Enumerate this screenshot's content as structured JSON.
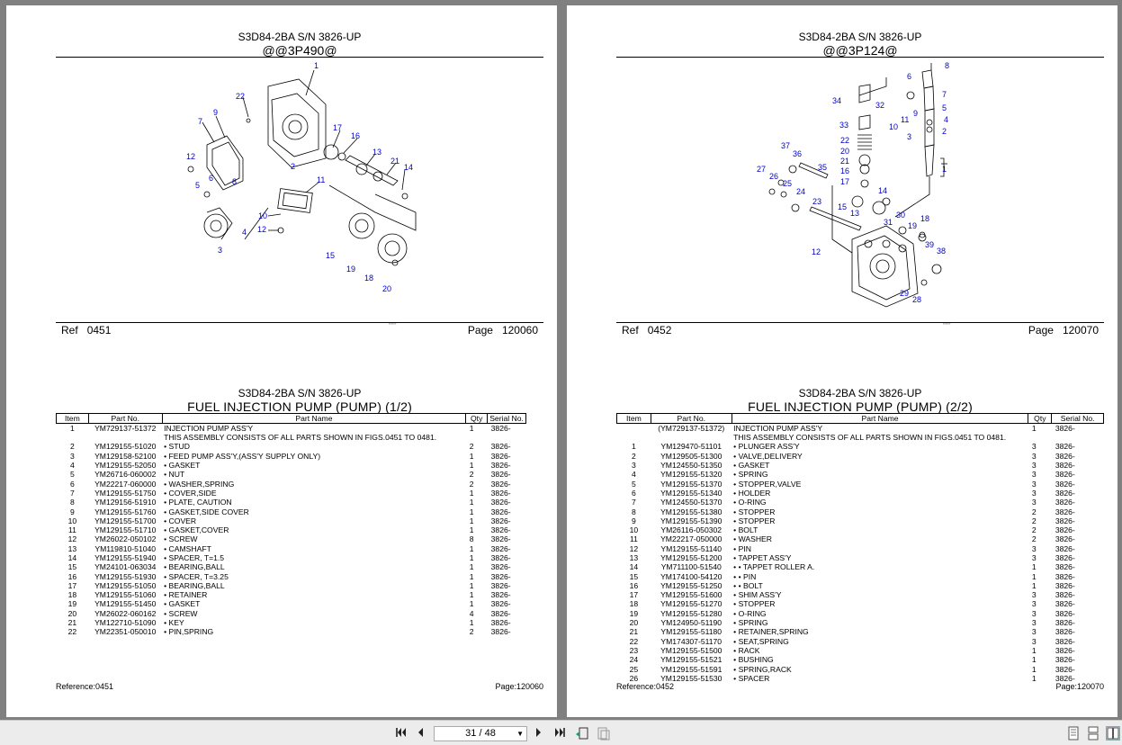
{
  "left": {
    "model": "S3D84-2BA S/N 3826-UP",
    "code": "@@3P490@",
    "ref_label": "Ref",
    "ref_value": "0451",
    "page_label": "Page",
    "page_value": "120060",
    "model2": "S3D84-2BA S/N 3826-UP",
    "title": "FUEL INJECTION PUMP (PUMP) (1/2)",
    "footer_ref": "Reference:0451",
    "footer_page": "Page:120060",
    "headers": [
      "Item",
      "Part No.",
      "Part Name",
      "Qty",
      "Serial No."
    ],
    "rows": [
      [
        "1",
        "YM729137-51372",
        "INJECTION PUMP ASS'Y",
        "1",
        "3826-"
      ],
      [
        "",
        "",
        "THIS ASSEMBLY CONSISTS OF ALL PARTS SHOWN IN FIGS.0451 TO 0481.",
        "",
        ""
      ],
      [
        "2",
        "YM129155-51020",
        "• STUD",
        "2",
        "3826-"
      ],
      [
        "3",
        "YM129158-52100",
        "• FEED PUMP ASS'Y,(ASS'Y SUPPLY ONLY)",
        "1",
        "3826-"
      ],
      [
        "4",
        "YM129155-52050",
        "• GASKET",
        "1",
        "3826-"
      ],
      [
        "5",
        "YM26716-060002",
        "• NUT",
        "2",
        "3826-"
      ],
      [
        "6",
        "YM22217-060000",
        "• WASHER,SPRING",
        "2",
        "3826-"
      ],
      [
        "7",
        "YM129155-51750",
        "• COVER,SIDE",
        "1",
        "3826-"
      ],
      [
        "8",
        "YM129156-51910",
        "• PLATE, CAUTION",
        "1",
        "3826-"
      ],
      [
        "9",
        "YM129155-51760",
        "• GASKET,SIDE COVER",
        "1",
        "3826-"
      ],
      [
        "10",
        "YM129155-51700",
        "• COVER",
        "1",
        "3826-"
      ],
      [
        "11",
        "YM129155-51710",
        "• GASKET,COVER",
        "1",
        "3826-"
      ],
      [
        "12",
        "YM26022-050102",
        "• SCREW",
        "8",
        "3826-"
      ],
      [
        "13",
        "YM119810-51040",
        "• CAMSHAFT",
        "1",
        "3826-"
      ],
      [
        "14",
        "YM129155-51940",
        "• SPACER, T=1.5",
        "1",
        "3826-"
      ],
      [
        "15",
        "YM24101-063034",
        "• BEARING,BALL",
        "1",
        "3826-"
      ],
      [
        "16",
        "YM129155-51930",
        "• SPACER, T=3.25",
        "1",
        "3826-"
      ],
      [
        "17",
        "YM129155-51050",
        "• BEARING,BALL",
        "1",
        "3826-"
      ],
      [
        "18",
        "YM129155-51060",
        "• RETAINER",
        "1",
        "3826-"
      ],
      [
        "19",
        "YM129155-51450",
        "• GASKET",
        "1",
        "3826-"
      ],
      [
        "20",
        "YM26022-060162",
        "• SCREW",
        "4",
        "3826-"
      ],
      [
        "21",
        "YM122710-51090",
        "• KEY",
        "1",
        "3826-"
      ],
      [
        "22",
        "YM22351-050010",
        "• PIN,SPRING",
        "2",
        "3826-"
      ]
    ]
  },
  "right": {
    "model": "S3D84-2BA S/N 3826-UP",
    "code": "@@3P124@",
    "ref_label": "Ref",
    "ref_value": "0452",
    "page_label": "Page",
    "page_value": "120070",
    "model2": "S3D84-2BA S/N 3826-UP",
    "title": "FUEL INJECTION PUMP (PUMP) (2/2)",
    "footer_ref": "Reference:0452",
    "footer_page": "Page:120070",
    "headers": [
      "Item",
      "Part No.",
      "Part Name",
      "Qty",
      "Serial No."
    ],
    "rows": [
      [
        "",
        "(YM729137-51372)",
        "INJECTION PUMP ASS'Y",
        "1",
        "3826-"
      ],
      [
        "",
        "",
        "THIS ASSEMBLY CONSISTS OF ALL PARTS SHOWN IN FIGS.0451 TO 0481.",
        "",
        ""
      ],
      [
        "1",
        "YM129470-51101",
        "• PLUNGER ASS'Y",
        "3",
        "3826-"
      ],
      [
        "2",
        "YM129505-51300",
        "• VALVE,DELIVERY",
        "3",
        "3826-"
      ],
      [
        "3",
        "YM124550-51350",
        "• GASKET",
        "3",
        "3826-"
      ],
      [
        "4",
        "YM129155-51320",
        "• SPRING",
        "3",
        "3826-"
      ],
      [
        "5",
        "YM129155-51370",
        "• STOPPER,VALVE",
        "3",
        "3826-"
      ],
      [
        "6",
        "YM129155-51340",
        "• HOLDER",
        "3",
        "3826-"
      ],
      [
        "7",
        "YM124550-51370",
        "• O-RING",
        "3",
        "3826-"
      ],
      [
        "8",
        "YM129155-51380",
        "• STOPPER",
        "2",
        "3826-"
      ],
      [
        "9",
        "YM129155-51390",
        "• STOPPER",
        "2",
        "3826-"
      ],
      [
        "10",
        "YM26116-050302",
        "• BOLT",
        "2",
        "3826-"
      ],
      [
        "11",
        "YM22217-050000",
        "• WASHER",
        "2",
        "3826-"
      ],
      [
        "12",
        "YM129155-51140",
        "• PIN",
        "3",
        "3826-"
      ],
      [
        "13",
        "YM129155-51200",
        "• TAPPET ASS'Y",
        "3",
        "3826-"
      ],
      [
        "14",
        "YM711100-51540",
        "• • TAPPET ROLLER A.",
        "1",
        "3826-"
      ],
      [
        "15",
        "YM174100-54120",
        "• • PIN",
        "1",
        "3826-"
      ],
      [
        "16",
        "YM129155-51250",
        "• • BOLT",
        "1",
        "3826-"
      ],
      [
        "17",
        "YM129155-51600",
        "• SHIM ASS'Y",
        "3",
        "3826-"
      ],
      [
        "18",
        "YM129155-51270",
        "• STOPPER",
        "3",
        "3826-"
      ],
      [
        "19",
        "YM129155-51280",
        "• O-RING",
        "3",
        "3826-"
      ],
      [
        "20",
        "YM124950-51190",
        "• SPRING",
        "3",
        "3826-"
      ],
      [
        "21",
        "YM129155-51180",
        "• RETAINER,SPRING",
        "3",
        "3826-"
      ],
      [
        "22",
        "YM174307-51170",
        "• SEAT,SPRING",
        "3",
        "3826-"
      ],
      [
        "23",
        "YM129155-51500",
        "• RACK",
        "1",
        "3826-"
      ],
      [
        "24",
        "YM129155-51521",
        "• BUSHING",
        "1",
        "3826-"
      ],
      [
        "25",
        "YM129155-51591",
        "• SPRING,RACK",
        "1",
        "3826-"
      ],
      [
        "26",
        "YM129155-51530",
        "• SPACER",
        "1",
        "3826-"
      ]
    ]
  },
  "diagram_left_labels": [
    "1",
    "2",
    "4",
    "5",
    "6",
    "7",
    "8",
    "9",
    "10",
    "11",
    "12",
    "12",
    "13",
    "14",
    "15",
    "16",
    "17",
    "18",
    "19",
    "20",
    "21",
    "22",
    "3"
  ],
  "diagram_right_labels": [
    "8",
    "6",
    "7",
    "5",
    "4",
    "2",
    "1",
    "34",
    "32",
    "11",
    "9",
    "10",
    "3",
    "33",
    "22",
    "20",
    "21",
    "16",
    "17",
    "37",
    "36",
    "35",
    "27",
    "26",
    "25",
    "24",
    "23",
    "15",
    "13",
    "14",
    "30",
    "31",
    "19",
    "18",
    "39",
    "38",
    "12",
    "29",
    "28"
  ],
  "toolbar": {
    "page_indicator": "31 / 48"
  }
}
